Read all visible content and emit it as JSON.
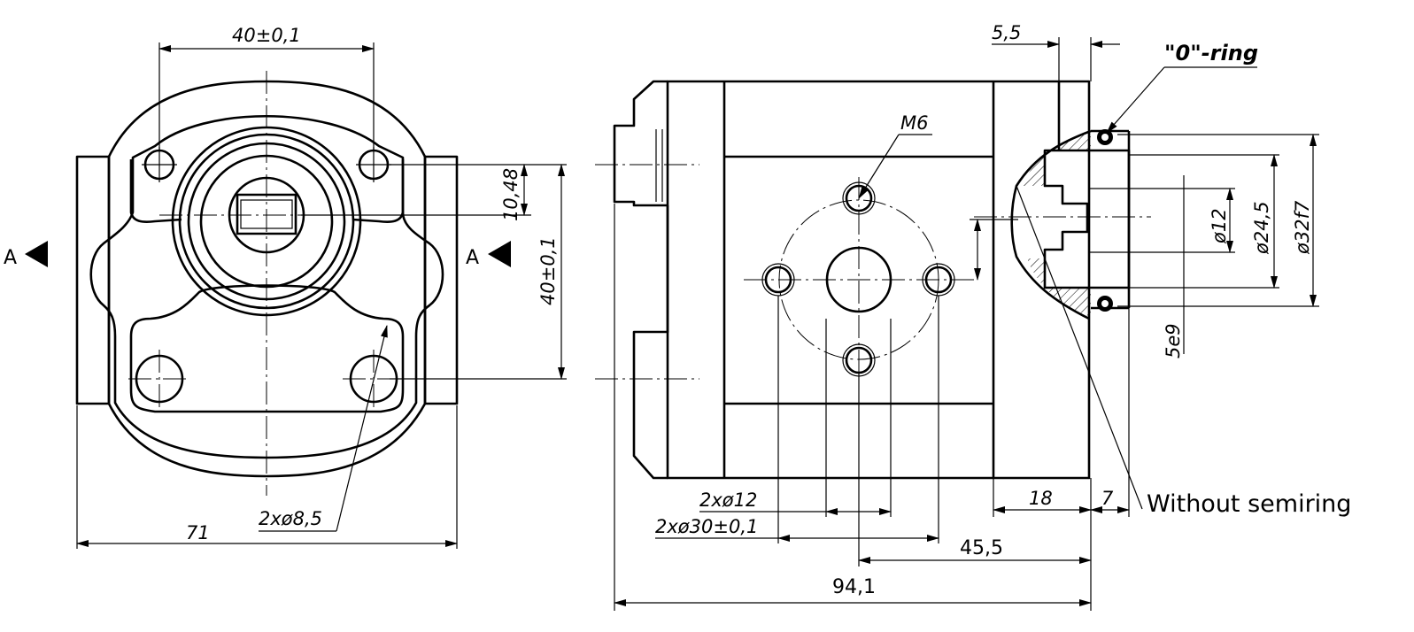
{
  "labels": {
    "section_left": "A",
    "section_right": "A",
    "front_width": "71",
    "flange_holes_center": "40±0,1",
    "shaft_offset": "10,48",
    "vertical_holes_center": "40±0,1",
    "mount_holes": "2xø8,5",
    "thread": "M6",
    "o_ring": "\"0\"-ring",
    "shaft_step": "5,5",
    "dia_12": "ø12",
    "dia_24_5": "ø24,5",
    "dia_32f7": "ø32f7",
    "key": "5e9",
    "port_dia": "2xø12",
    "port_pattern": "2xø30±0,1",
    "flange_length": "18",
    "shaft_length": "7",
    "note": "Without semiring",
    "port_position": "45,5",
    "overall_length": "94,1"
  }
}
